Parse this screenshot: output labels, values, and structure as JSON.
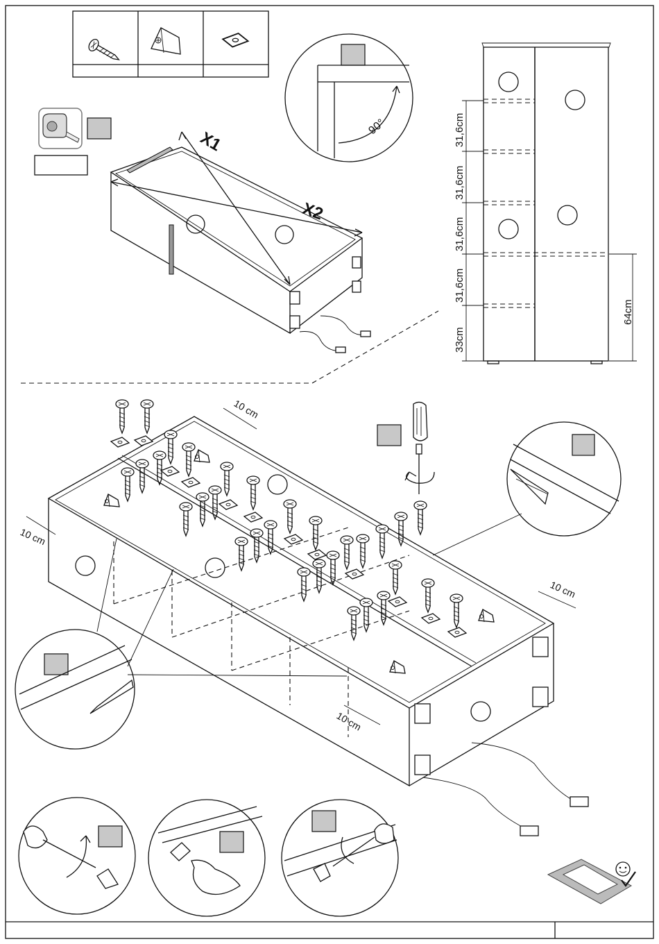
{
  "measure": {
    "diag1": "X1",
    "diag2": "X2",
    "angle": "90°"
  },
  "cabinet_side": {
    "dims": [
      "33cm",
      "31,6cm",
      "31,6cm",
      "31,6cm",
      "31,6cm"
    ],
    "height_right": "64cm"
  },
  "assembly": {
    "offsets": [
      "10 cm",
      "10 cm",
      "10 cm",
      "10 cm"
    ]
  },
  "icons": [
    "screw-icon",
    "corner-bracket-icon",
    "flat-plate-icon",
    "tape-measure-icon",
    "screwdriver-icon",
    "smiley-icon"
  ]
}
